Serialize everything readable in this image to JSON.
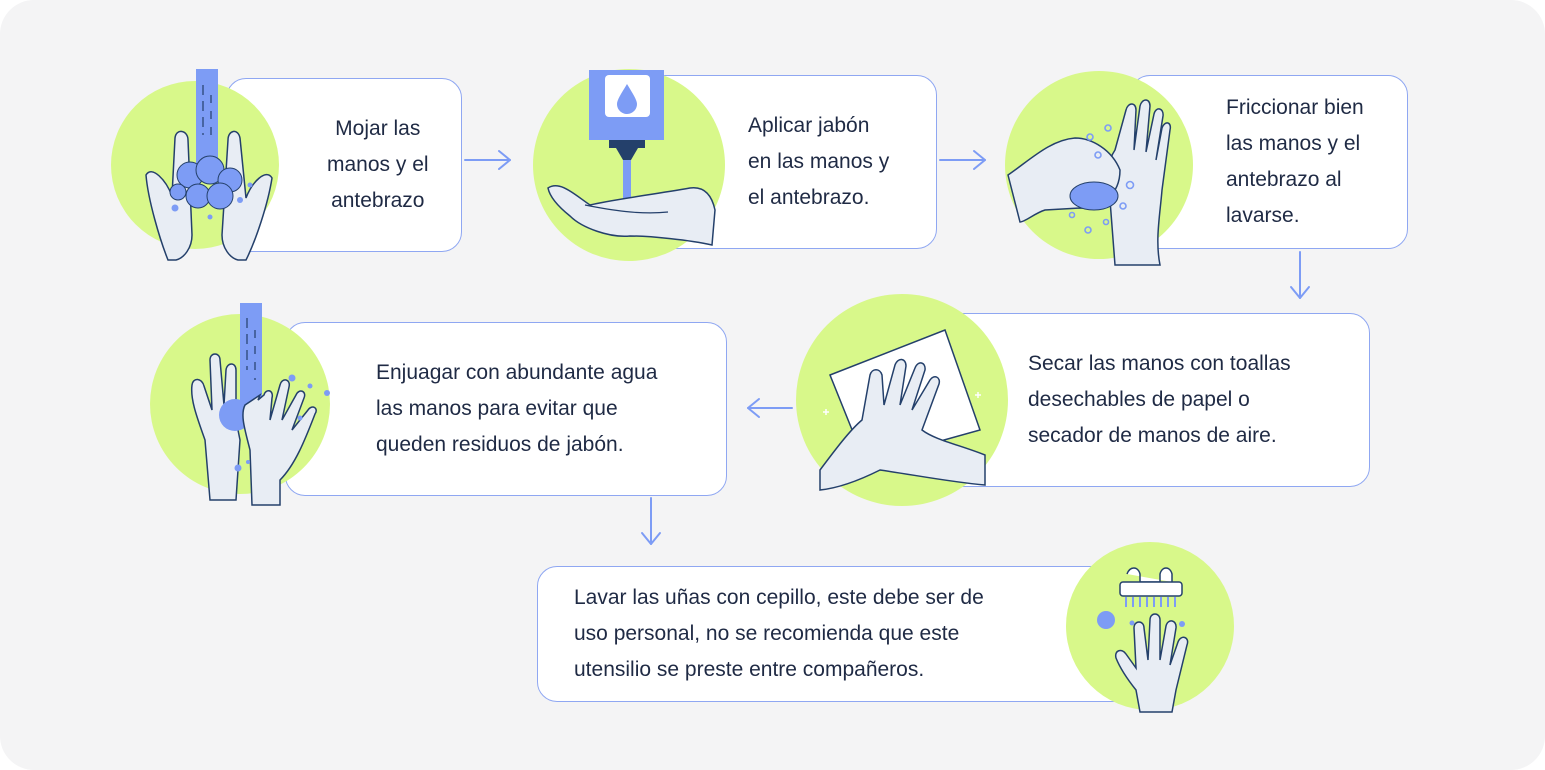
{
  "steps": [
    {
      "text": "Mojar las\nmanos y el\nantebrazo",
      "illustration": "wet-hands-icon"
    },
    {
      "text": "Aplicar jabón\nen las manos y\nel antebrazo.",
      "illustration": "soap-dispenser-icon"
    },
    {
      "text": "Friccionar bien\nlas manos y el\nantebrazo al\nlavarse.",
      "illustration": "rub-hands-icon"
    },
    {
      "text": "Secar las manos con toallas\ndesechables de papel o\nsecador de manos de aire.",
      "illustration": "paper-towel-icon"
    },
    {
      "text": "Enjuagar con abundante agua\nlas manos para evitar que\nqueden residuos de jabón.",
      "illustration": "rinse-hands-icon"
    },
    {
      "text": "Lavar las uñas con cepillo, este debe ser de\nuso personal, no se recomienda que este\nutensilio se preste entre compañeros.",
      "illustration": "nail-brush-icon"
    }
  ],
  "colors": {
    "background": "#f4f4f5",
    "box_border": "#8fa7f2",
    "circle": "#d8f88a",
    "accent": "#7d9cf5",
    "line": "#24406b",
    "skin": "#e8edf4",
    "text": "#1f2a44"
  }
}
